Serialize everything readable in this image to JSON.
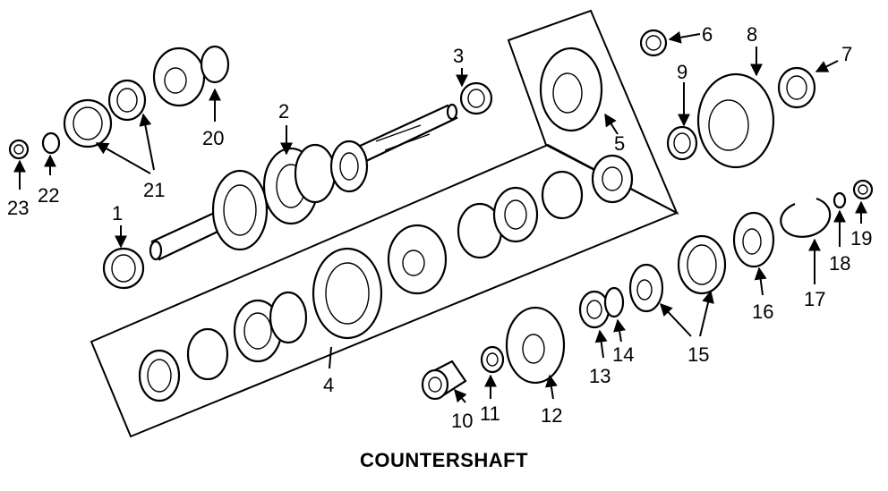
{
  "diagram": {
    "caption": "COUNTERSHAFT",
    "callouts": [
      "1",
      "2",
      "3",
      "4",
      "5",
      "6",
      "7",
      "8",
      "9",
      "10",
      "11",
      "12",
      "13",
      "14",
      "15",
      "16",
      "17",
      "18",
      "19",
      "20",
      "21",
      "22",
      "23"
    ]
  }
}
